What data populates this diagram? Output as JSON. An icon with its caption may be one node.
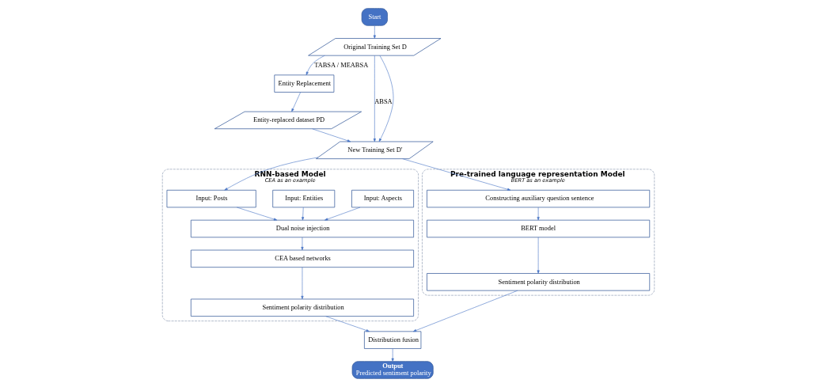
{
  "diagram": {
    "nodes": [
      {
        "text": [
          "Start"
        ]
      },
      {
        "text": [
          "Original Training Set D"
        ]
      },
      {
        "text": [
          "Entity Replacement"
        ]
      },
      {
        "text": [
          "Entity-replaced dataset PD"
        ]
      },
      {
        "text": [
          "New Training Set D′"
        ]
      },
      {
        "text": [
          "RNN-based Model",
          "CEA as an example"
        ]
      },
      {
        "text": [
          "Input: Posts"
        ],
        "in": 5
      },
      {
        "text": [
          "Input: Entities"
        ],
        "in": 5
      },
      {
        "text": [
          "Input: Aspects"
        ],
        "in": 5
      },
      {
        "text": [
          "Dual noise injection"
        ],
        "in": 5
      },
      {
        "text": [
          "CEA based networks"
        ],
        "in": 5
      },
      {
        "text": [
          "Sentiment polarity distribution"
        ],
        "in": 5
      },
      {
        "text": [
          "Pre-trained language representation Model",
          "BERT as an example"
        ]
      },
      {
        "text": [
          "Constructing auxiliary question sentence"
        ],
        "in": 12
      },
      {
        "text": [
          "BERT model"
        ],
        "in": 12
      },
      {
        "text": [
          "Sentiment polarity distribution"
        ],
        "in": 12
      },
      {
        "text": [
          "Distribution fusion"
        ]
      },
      {
        "text": [
          "Output",
          "Predicted sentiment polarity"
        ]
      }
    ],
    "edges": [
      {
        "from": 0,
        "to": 1,
        "arrow": "to"
      },
      {
        "from": 1,
        "to": 4,
        "arrow": "to",
        "label": "ABSA"
      },
      {
        "from": 1,
        "to": 2,
        "arrow": "to",
        "label": "TABSA / MEABSA"
      },
      {
        "from": 2,
        "to": 3,
        "arrow": "to"
      },
      {
        "from": 3,
        "to": 4,
        "arrow": "to"
      },
      {
        "from": 1,
        "to": 4,
        "arrow": "to"
      },
      {
        "from": 4,
        "to": 6,
        "arrow": "to"
      },
      {
        "from": 4,
        "to": 13,
        "arrow": "to"
      },
      {
        "from": 6,
        "to": 9,
        "arrow": "to"
      },
      {
        "from": 7,
        "to": 9,
        "arrow": "to"
      },
      {
        "from": 8,
        "to": 9,
        "arrow": "to"
      },
      {
        "from": 9,
        "to": 10,
        "arrow": "to"
      },
      {
        "from": 10,
        "to": 11,
        "arrow": "to"
      },
      {
        "from": 13,
        "to": 14,
        "arrow": "to"
      },
      {
        "from": 14,
        "to": 15,
        "arrow": "to"
      },
      {
        "from": 11,
        "to": 16,
        "arrow": "to"
      },
      {
        "from": 15,
        "to": 16,
        "arrow": "to"
      },
      {
        "from": 16,
        "to": 17,
        "arrow": "to"
      }
    ]
  }
}
